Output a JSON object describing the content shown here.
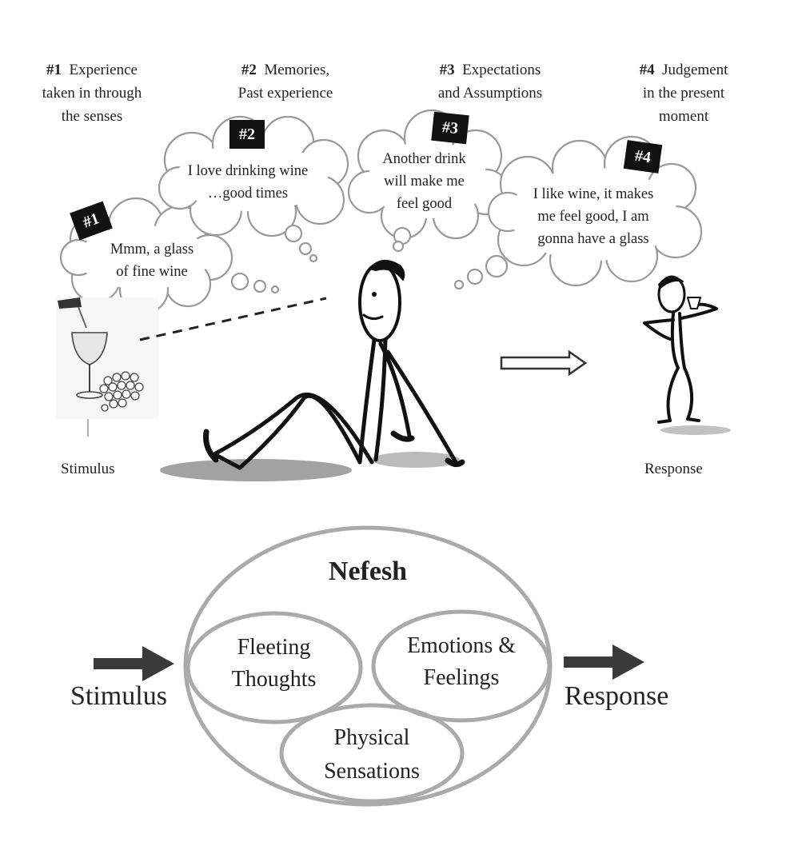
{
  "headers": [
    {
      "num": "#1",
      "line1": "Experience",
      "line2": "taken in through",
      "line3": "the senses"
    },
    {
      "num": "#2",
      "line1": "Memories,",
      "line2": "Past experience",
      "line3": ""
    },
    {
      "num": "#3",
      "line1": "Expectations",
      "line2": "and Assumptions",
      "line3": ""
    },
    {
      "num": "#4",
      "line1": "Judgement",
      "line2": "in the present",
      "line3": "moment"
    }
  ],
  "clouds": [
    {
      "badge": "#1",
      "line1": "Mmm, a glass",
      "line2": "of fine wine",
      "line3": ""
    },
    {
      "badge": "#2",
      "line1": "I love drinking wine",
      "line2": "…good times",
      "line3": ""
    },
    {
      "badge": "#3",
      "line1": "Another drink",
      "line2": "will make me",
      "line3": "feel good"
    },
    {
      "badge": "#4",
      "line1": "I like wine, it makes",
      "line2": "me feel good, I am",
      "line3": "gonna have a glass"
    }
  ],
  "top_labels": {
    "stimulus": "Stimulus",
    "response": "Response"
  },
  "nefesh": {
    "title": "Nefesh",
    "fleeting_1": "Fleeting",
    "fleeting_2": "Thoughts",
    "emotions_1": "Emotions &",
    "emotions_2": "Feelings",
    "physical_1": "Physical",
    "physical_2": "Sensations",
    "left_label": "Stimulus",
    "right_label": "Response"
  },
  "colors": {
    "ring": "#aaaaaa",
    "arrow": "#3a3a3a",
    "ink": "#111111",
    "badge": "#111111"
  }
}
